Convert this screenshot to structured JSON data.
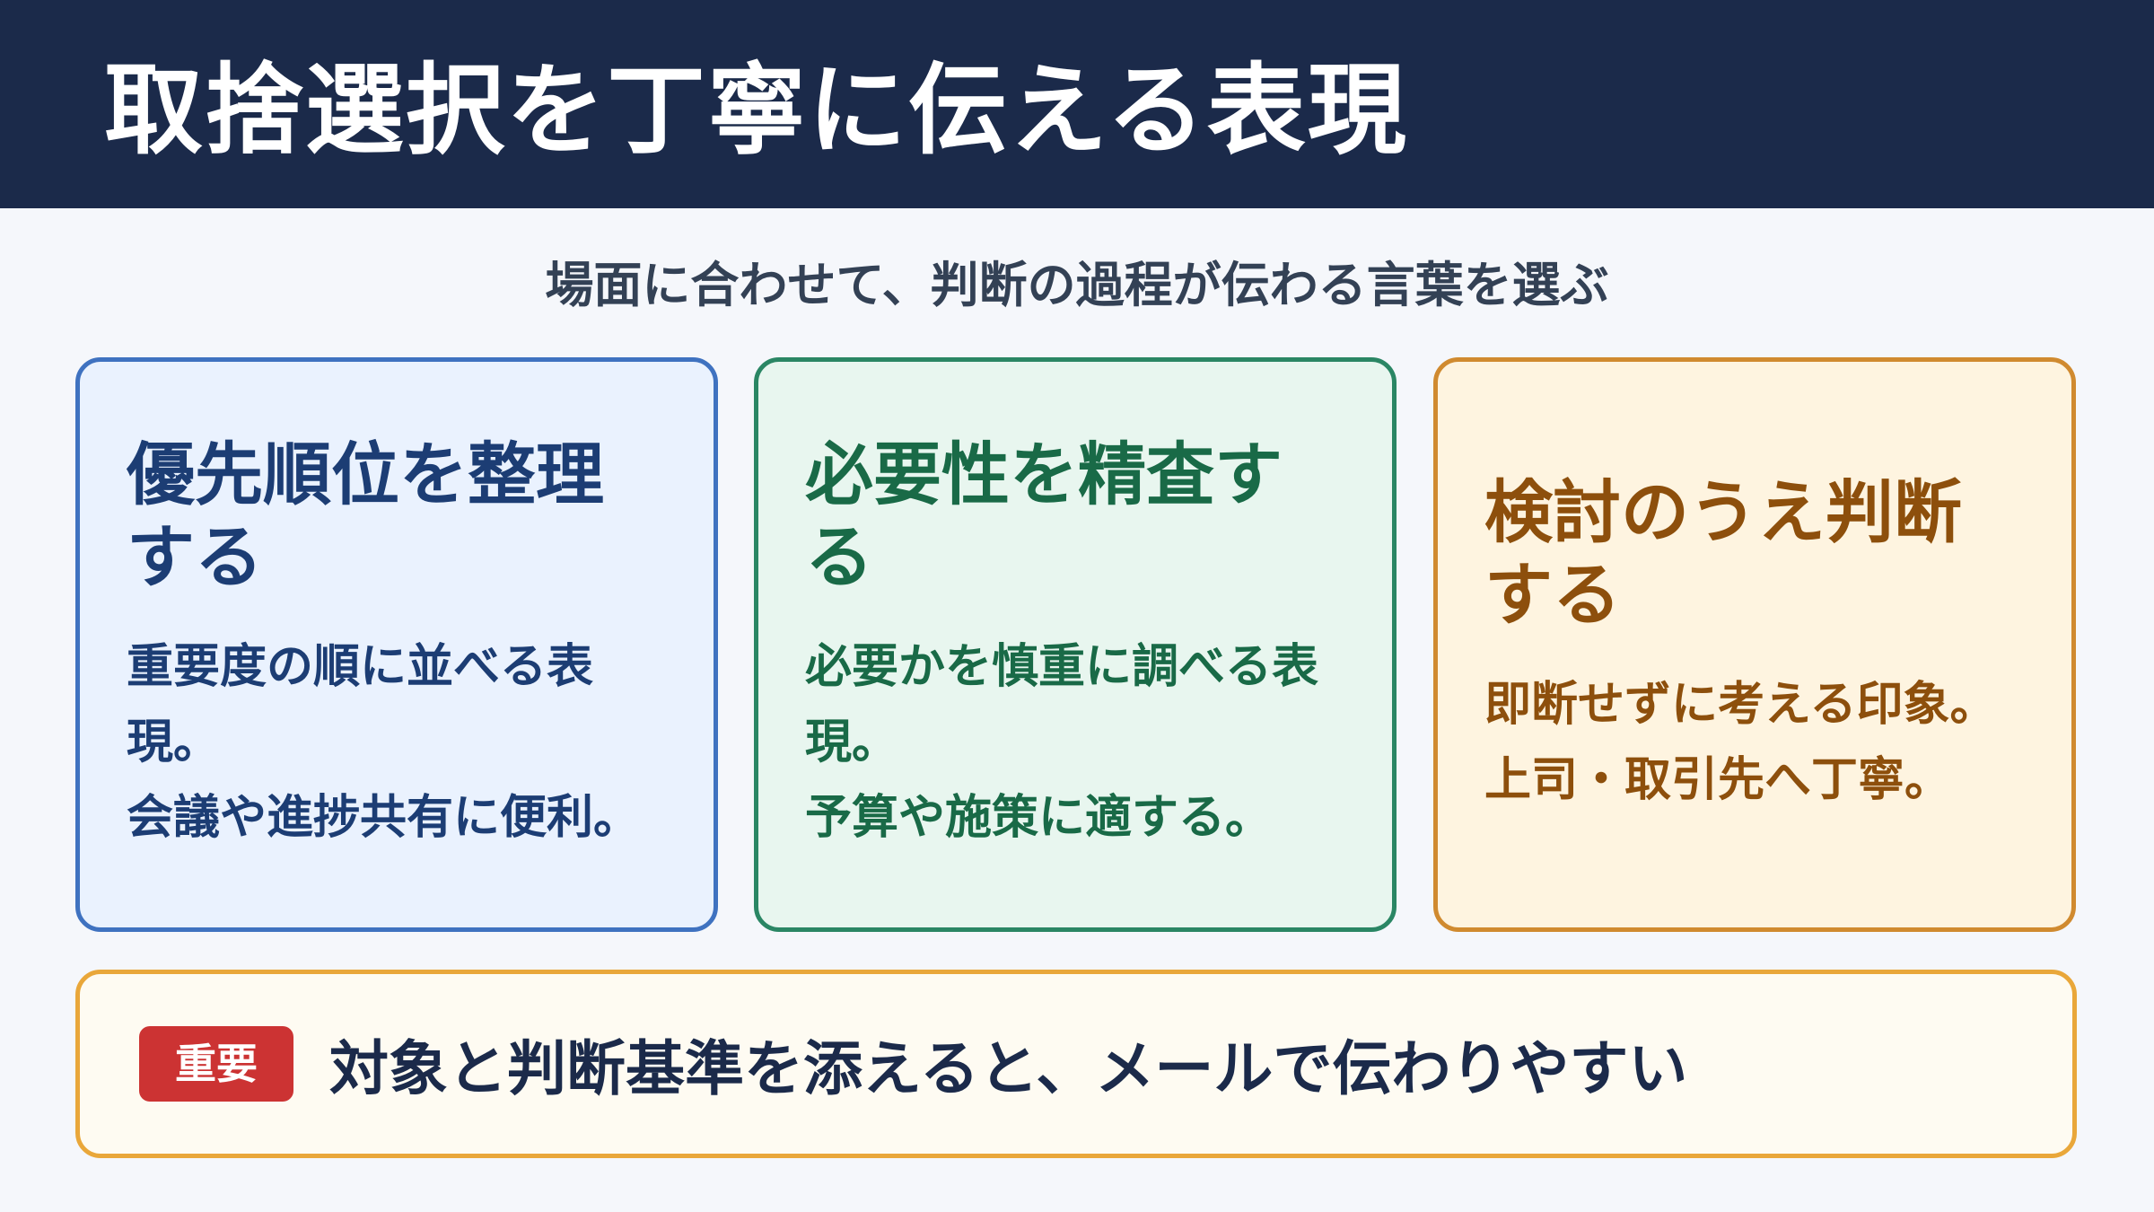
{
  "title": "取捨選択を丁寧に伝える表現",
  "subtitle": "場面に合わせて、判断の過程が伝わる言葉を選ぶ",
  "cards": [
    {
      "title": "優先順位を整理する",
      "description": [
        "重要度の順に並べる表現。",
        "会議や進捗共有に便利。"
      ],
      "color": "#1c3d74",
      "background": "#eaf2fe",
      "border": "#3f72c0"
    },
    {
      "title": "必要性を精査する",
      "description": [
        "必要かを慎重に調べる表現。",
        "予算や施策に適する。"
      ],
      "color": "#196a47",
      "background": "#e8f6ef",
      "border": "#2a8664"
    },
    {
      "title": "検討のうえ判断する",
      "description": [
        "即断せずに考える印象。",
        "上司・取引先へ丁寧。"
      ],
      "color": "#8d4f0c",
      "background": "#fef4e0",
      "border": "#d08a2f"
    }
  ],
  "note": {
    "badge": "重要",
    "text": "対象と判断基準を添えると、メールで伝わりやすい",
    "badge_color": "#cc3333",
    "border": "#e9a73a"
  },
  "colors": {
    "header_bg": "#1b2a4a",
    "page_bg": "#f5f7fb"
  }
}
